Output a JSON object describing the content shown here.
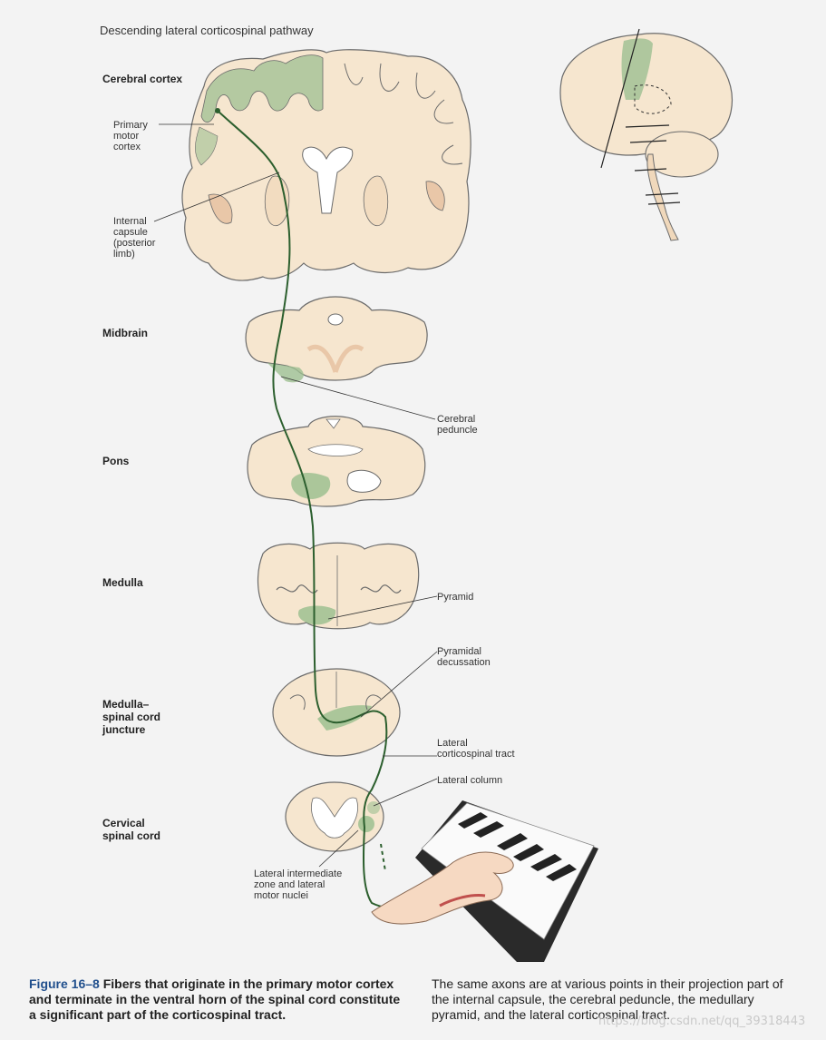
{
  "title": "Descending lateral corticospinal pathway",
  "levels": {
    "cerebral_cortex": "Cerebral cortex",
    "midbrain": "Midbrain",
    "pons": "Pons",
    "medulla": "Medulla",
    "medulla_spinal_juncture": "Medulla–\nspinal cord\njuncture",
    "cervical_spinal_cord": "Cervical\nspinal cord"
  },
  "callouts": {
    "primary_motor_cortex": "Primary\nmotor\ncortex",
    "internal_capsule": "Internal\ncapsule\n(posterior\nlimb)",
    "cerebral_peduncle": "Cerebral\npeduncle",
    "pyramid": "Pyramid",
    "pyramidal_decussation": "Pyramidal\ndecussation",
    "lateral_corticospinal_tract": "Lateral\ncorticospinal tract",
    "lateral_column": "Lateral column",
    "lateral_intermediate_zone": "Lateral intermediate\nzone and lateral\nmotor nuclei"
  },
  "caption": {
    "figure_label": "Figure 16–8",
    "figure_text": "Fibers that originate in the primary motor cortex and terminate in the ventral horn of the spinal cord constitute a significant part of the corticospinal tract.",
    "side_text": "The same axons are at various points in their projection part of the internal capsule, the cerebral peduncle, the medullary pyramid, and the lateral corticospinal tract."
  },
  "watermark": "https://blog.csdn.net/qq_39318443",
  "colors": {
    "tissue": "#f6e6cf",
    "tissue_stroke": "#6b6b6b",
    "tract_fill": "#9ebf91",
    "axon": "#2c5f2e",
    "nucleus": "#e9c7a8"
  },
  "icons": {
    "brain_orientation": "brain-lateral-view-icon",
    "hand_on_piano": "hand-piano-icon"
  }
}
